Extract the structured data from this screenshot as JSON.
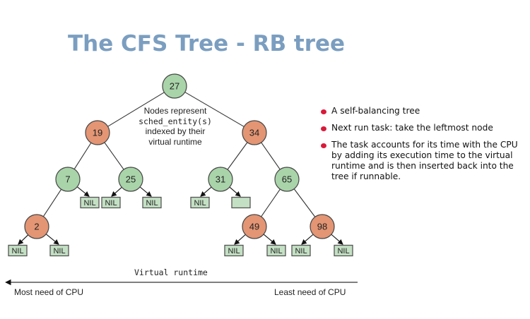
{
  "title": "The CFS Tree - RB tree",
  "colors": {
    "title": "#7b9ec0",
    "black_node": "#a9d3a9",
    "red_node": "#e39574",
    "nil_box": "#c4e0c4",
    "bullet": "#d91a3a"
  },
  "tree": {
    "note": {
      "line1": "Nodes represent",
      "line2": "sched_entity(s)",
      "line3": "indexed by their",
      "line4": "virtual runtime"
    },
    "nodes": [
      {
        "id": "n27",
        "key": "27",
        "color": "black"
      },
      {
        "id": "n19",
        "key": "19",
        "color": "red"
      },
      {
        "id": "n34",
        "key": "34",
        "color": "red"
      },
      {
        "id": "n7",
        "key": "7",
        "color": "black"
      },
      {
        "id": "n25",
        "key": "25",
        "color": "black"
      },
      {
        "id": "n31",
        "key": "31",
        "color": "black"
      },
      {
        "id": "n65",
        "key": "65",
        "color": "black"
      },
      {
        "id": "n2",
        "key": "2",
        "color": "red"
      },
      {
        "id": "n49",
        "key": "49",
        "color": "red"
      },
      {
        "id": "n98",
        "key": "98",
        "color": "red"
      }
    ],
    "edges": [
      [
        "n27",
        "n19"
      ],
      [
        "n27",
        "n34"
      ],
      [
        "n19",
        "n7"
      ],
      [
        "n19",
        "n25"
      ],
      [
        "n34",
        "n31"
      ],
      [
        "n34",
        "n65"
      ],
      [
        "n7",
        "n2"
      ],
      [
        "n65",
        "n49"
      ],
      [
        "n65",
        "n98"
      ]
    ],
    "nil_leaves": [
      {
        "id": "nil-7r",
        "parent": "n7",
        "label": "NIL"
      },
      {
        "id": "nil-25l",
        "parent": "n25",
        "label": "NIL"
      },
      {
        "id": "nil-25r",
        "parent": "n25",
        "label": "NIL"
      },
      {
        "id": "nil-31l",
        "parent": "n31",
        "label": "NIL"
      },
      {
        "id": "nil-31r",
        "parent": "n31",
        "label": ""
      },
      {
        "id": "nil-2l",
        "parent": "n2",
        "label": "NIL"
      },
      {
        "id": "nil-2r",
        "parent": "n2",
        "label": "NIL"
      },
      {
        "id": "nil-49l",
        "parent": "n49",
        "label": "NIL"
      },
      {
        "id": "nil-49r",
        "parent": "n49",
        "label": "NIL"
      },
      {
        "id": "nil-98l",
        "parent": "n98",
        "label": "NIL"
      },
      {
        "id": "nil-98r",
        "parent": "n98",
        "label": "NIL"
      }
    ]
  },
  "axis": {
    "label": "Virtual runtime",
    "left_end": "Most need of CPU",
    "right_end": "Least need of CPU"
  },
  "bullets": [
    "A self-balancing tree",
    "Next run task: take  the leftmost node",
    "The task accounts for its time with the CPU by adding its execution time to the virtual runtime and is then inserted back into the tree if runnable."
  ]
}
